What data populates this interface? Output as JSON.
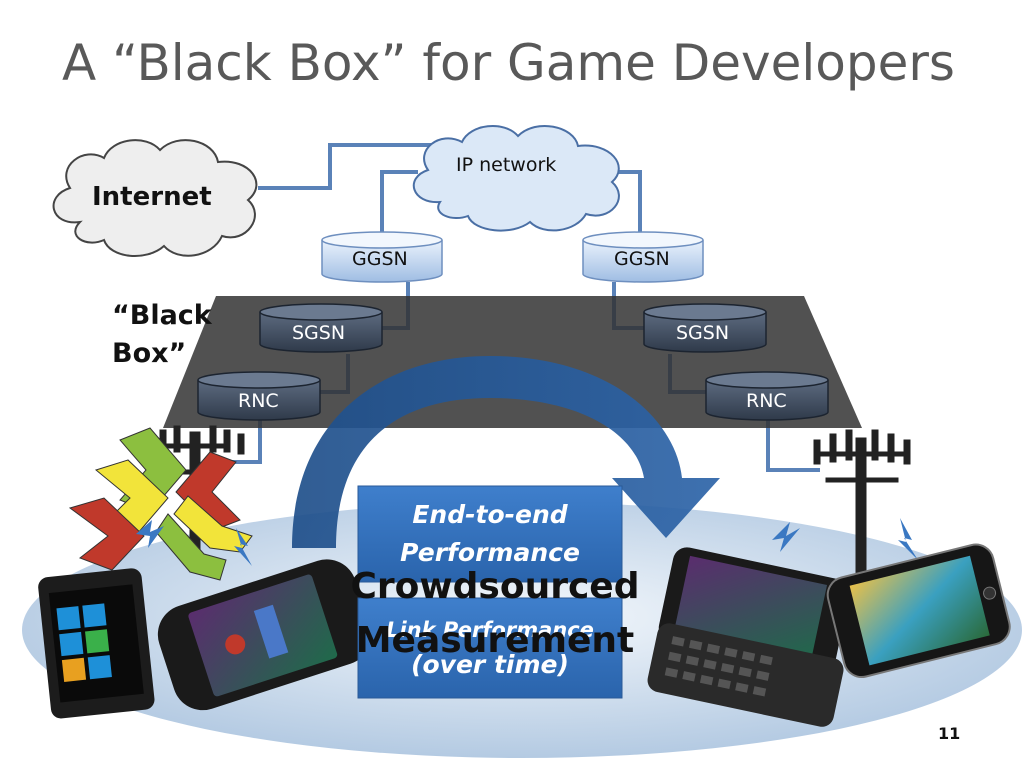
{
  "title": "A “Black Box” for Game Developers",
  "clouds": {
    "internet": "Internet",
    "ip_network": "IP network"
  },
  "nodes": {
    "ggsn_left": "GGSN",
    "ggsn_right": "GGSN",
    "sgsn_left": "SGSN",
    "sgsn_right": "SGSN",
    "rnc_left": "RNC",
    "rnc_right": "RNC"
  },
  "black_box_label": [
    "“Black",
    "Box”"
  ],
  "boxes": {
    "end_to_end": [
      "End-to-end",
      "Performance"
    ],
    "link": [
      "Link Performance",
      "(over time)"
    ]
  },
  "crowdsourced": [
    "Crowdsourced",
    "Measurement"
  ],
  "page_number": "11",
  "colors": {
    "title": "#595959",
    "node_fill": "#c6d9f1",
    "black_box": "#3a3a3a",
    "arrow": "#2a5c9a",
    "perf_box": "#3a78c2",
    "ellipse": "#c8d8ea"
  }
}
